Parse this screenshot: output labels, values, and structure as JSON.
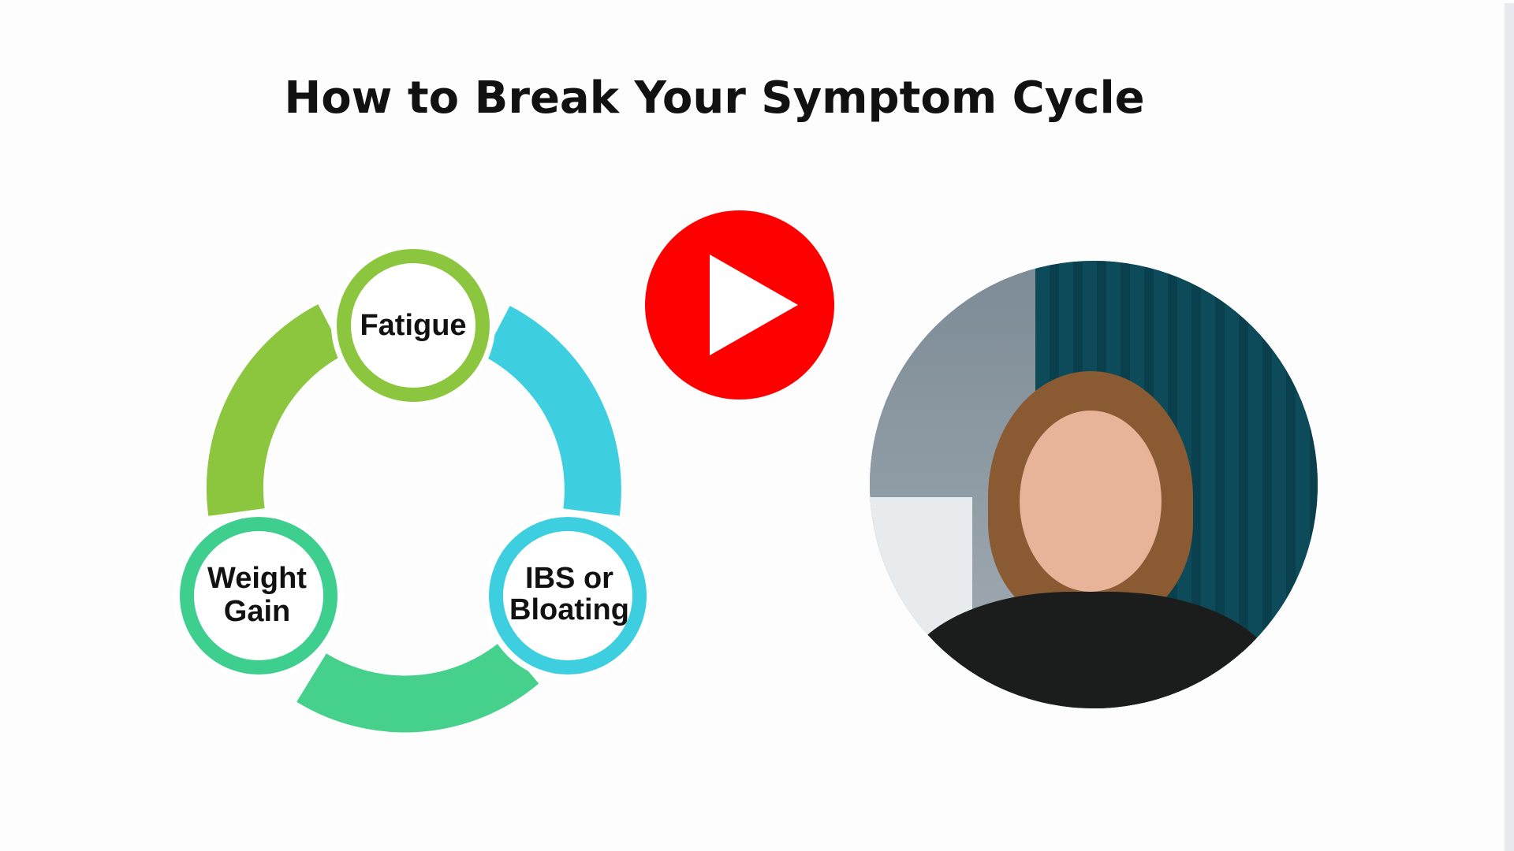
{
  "title": "How to Break Your Symptom Cycle",
  "cycle": {
    "nodes": [
      {
        "label_lines": [
          "Fatigue"
        ],
        "color": "#8cc63f"
      },
      {
        "label_lines": [
          "Weight",
          "Gain"
        ],
        "color": "#3ecf8e"
      },
      {
        "label_lines": [
          "IBS or",
          "Bloating"
        ],
        "color": "#3dcfe0"
      }
    ]
  },
  "play_button": {
    "icon": "youtube-play-icon",
    "color": "#ff0000"
  },
  "presenter": {
    "icon": "presenter-video-thumbnail"
  }
}
